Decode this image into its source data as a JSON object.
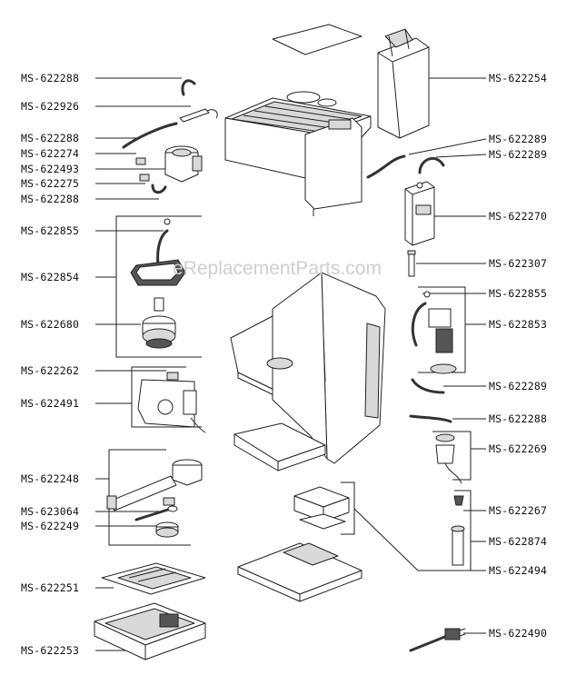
{
  "watermark": "eReplacementParts.com",
  "labels": {
    "l_622288_a": "MS-622288",
    "l_622926": "MS-622926",
    "l_622288_b": "MS-622288",
    "l_622274": "MS-622274",
    "l_622493": "MS-622493",
    "l_622275": "MS-622275",
    "l_622288_c": "MS-622288",
    "l_622855_a": "MS-622855",
    "l_622854": "MS-622854",
    "l_622680": "MS-622680",
    "l_622262": "MS-622262",
    "l_622491": "MS-622491",
    "l_622248": "MS-622248",
    "l_623064": "MS-623064",
    "l_622249": "MS-622249",
    "l_622251": "MS-622251",
    "l_622253": "MS-622253",
    "r_622254": "MS-622254",
    "r_622289_a": "MS-622289",
    "r_622289_b": "MS-622289",
    "r_622270": "MS-622270",
    "r_622307": "MS-622307",
    "r_622855": "MS-622855",
    "r_622853": "MS-622853",
    "r_622289_c": "MS-622289",
    "r_622288": "MS-622288",
    "r_622269": "MS-622269",
    "r_622267": "MS-622267",
    "r_622874": "MS-622874",
    "r_622494": "MS-622494",
    "r_622490": "MS-622490"
  }
}
